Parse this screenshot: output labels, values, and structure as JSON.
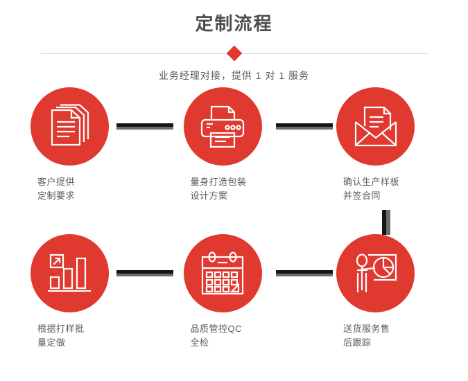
{
  "header": {
    "title": "定制流程",
    "subtitle": "业务经理对接，提供 1 对 1 服务",
    "diamond_color": "#e0392f",
    "line_color": "#d8d8d8",
    "title_color": "#4d4d4d"
  },
  "theme": {
    "accent_red": "#e0392f",
    "connector_dark": "#151515",
    "connector_gray": "#6b6b6b",
    "label_color": "#5a5a5a",
    "background": "#ffffff"
  },
  "flow": {
    "rows": [
      {
        "steps": [
          {
            "icon": "documents-icon",
            "label": "客户提供\n定制要求"
          },
          {
            "icon": "printer-icon",
            "label": "量身打造包装\n设计方案"
          },
          {
            "icon": "envelope-document-icon",
            "label": "确认生产样板\n并签合同"
          }
        ]
      },
      {
        "steps": [
          {
            "icon": "bar-chart-growth-icon",
            "label": "根据打样批\n量定做"
          },
          {
            "icon": "calendar-check-icon",
            "label": "品质管控QC\n全检"
          },
          {
            "icon": "presentation-person-icon",
            "label": "送货服务售\n后跟踪"
          }
        ]
      }
    ]
  }
}
